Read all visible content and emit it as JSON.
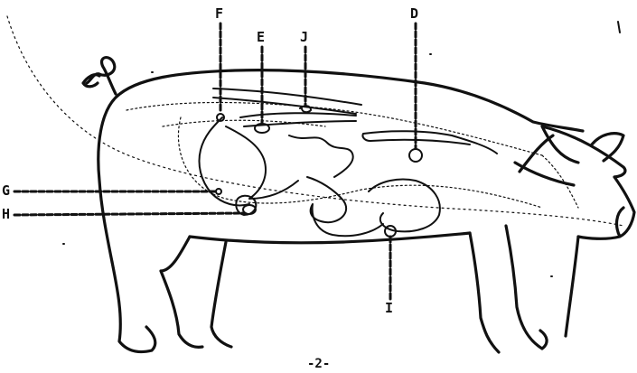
{
  "labels": {
    "D": "D",
    "E": "E",
    "F": "F",
    "G": "G",
    "H": "H",
    "I": "I",
    "J": "J"
  },
  "page_number": "-2-",
  "ink_color": "#111111",
  "paper_color": "#ffffff"
}
